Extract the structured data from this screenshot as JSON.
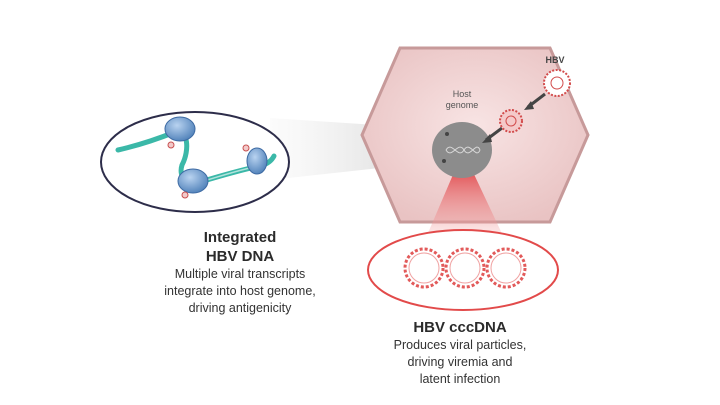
{
  "cell": {
    "host_genome_line1": "Host",
    "host_genome_line2": "genome",
    "hbv_label": "HBV"
  },
  "integrated": {
    "title_line1": "Integrated",
    "title_line2": "HBV DNA",
    "desc_line1": "Multiple viral transcripts",
    "desc_line2": "integrate into host genome,",
    "desc_line3": "driving antigenicity"
  },
  "cccdna": {
    "title": "HBV cccDNA",
    "desc_line1": "Produces viral particles,",
    "desc_line2": "driving viremia and",
    "desc_line3": "latent infection"
  },
  "colors": {
    "cell_fill": "#f2d9d9",
    "nucleus": "#8a8a8a",
    "dna_teal": "#3bb8a8",
    "histone_blue": "#7aa6d6",
    "ccc_red": "#e25a5a"
  }
}
